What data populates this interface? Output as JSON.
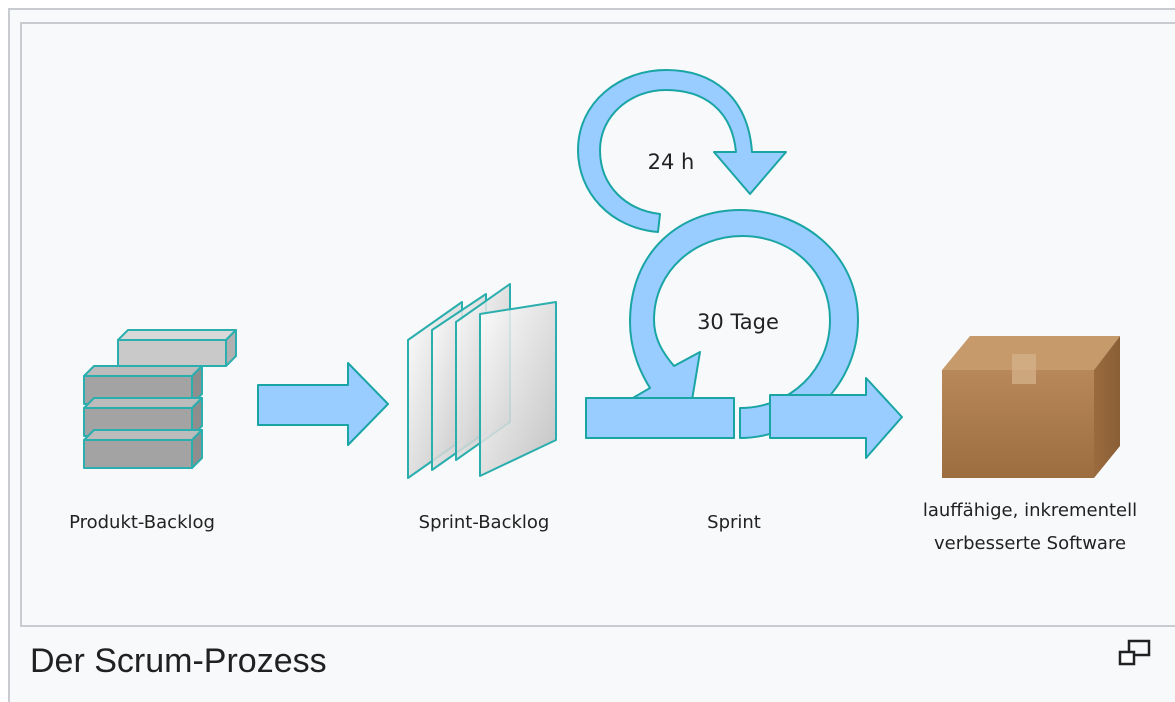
{
  "diagram": {
    "labels": {
      "product_backlog": "Produkt-Backlog",
      "sprint_backlog": "Sprint-Backlog",
      "sprint": "Sprint",
      "output_line1": "lauffähige, inkrementell",
      "output_line2": "verbesserte Software",
      "daily_cycle": "24 h",
      "sprint_cycle": "30 Tage"
    },
    "colors": {
      "arrow_fill": "#99ccff",
      "arrow_stroke": "#1aa5a5",
      "backlog_fill": "#a0a0a0",
      "backlog_edge": "#2aaeae",
      "box_fill": "#b07d4b"
    }
  },
  "caption": {
    "text": "Der Scrum-Prozess",
    "enlarge_icon": "enlarge-icon"
  }
}
